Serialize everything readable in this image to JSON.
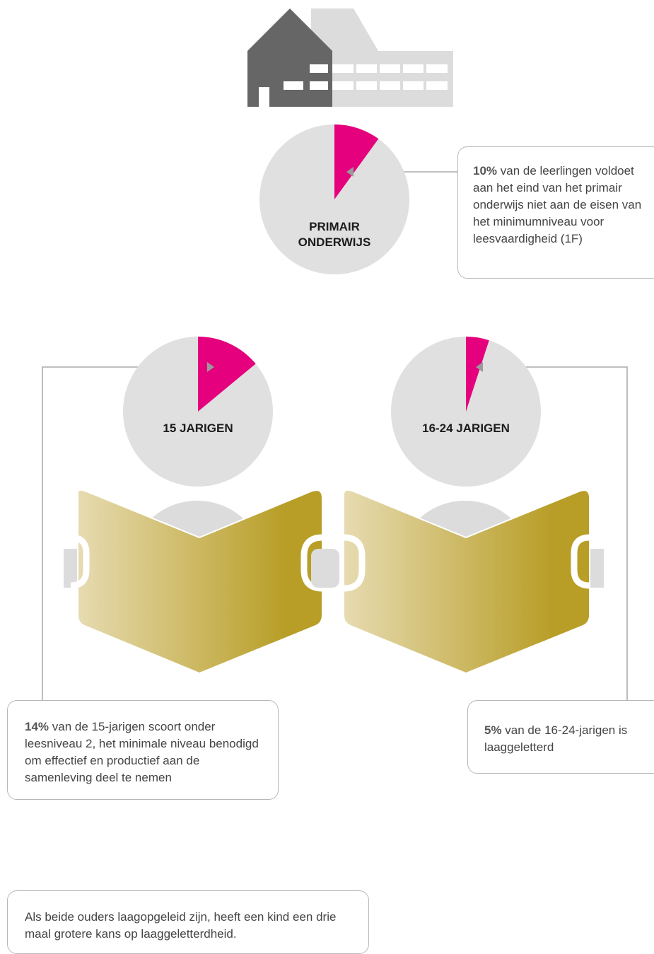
{
  "colors": {
    "highlight": "#e5007d",
    "pie_base": "#e0e0e0",
    "school_dark": "#666666",
    "school_light": "#dcdcdc",
    "book_gold": "#b89e27",
    "book_light": "#e7dbb1",
    "line": "#9a9a9a"
  },
  "icons": [
    "school-building-icon",
    "reader-with-book-icon"
  ],
  "chart_data": [
    {
      "type": "pie",
      "title": "PRIMAIR ONDERWIJS",
      "title_lines": [
        "PRIMAIR",
        "ONDERWIJS"
      ],
      "slices": [
        {
          "name": "",
          "value": 10
        },
        {
          "name": "",
          "value": 90
        }
      ],
      "highlight_value": 10
    },
    {
      "type": "pie",
      "title": "15 JARIGEN",
      "title_lines": [
        "15 JARIGEN"
      ],
      "slices": [
        {
          "name": "",
          "value": 14
        },
        {
          "name": "",
          "value": 86
        }
      ],
      "highlight_value": 14
    },
    {
      "type": "pie",
      "title": "16-24 JARIGEN",
      "title_lines": [
        "16-24 JARIGEN"
      ],
      "slices": [
        {
          "name": "",
          "value": 5
        },
        {
          "name": "",
          "value": 95
        }
      ],
      "highlight_value": 5
    }
  ],
  "callouts": {
    "primair": {
      "strong": "10%",
      "text": " van de leerlingen voldoet aan het eind van het primair onderwijs niet aan de eisen van het minimumniveau voor leesvaardigheid (1F)"
    },
    "fifteen": {
      "strong": "14%",
      "text": " van de 15-jarigen scoort onder leesniveau 2, het minimale niveau benodigd om effectief en productief aan de samenleving deel te nemen"
    },
    "sixteen": {
      "strong": "5%",
      "text": " van de 16-24-jarigen is laaggeletterd"
    },
    "parents": {
      "text": "Als beide ouders laagopgeleid zijn, heeft een kind een drie maal grotere kans op laaggeletterdheid."
    }
  }
}
